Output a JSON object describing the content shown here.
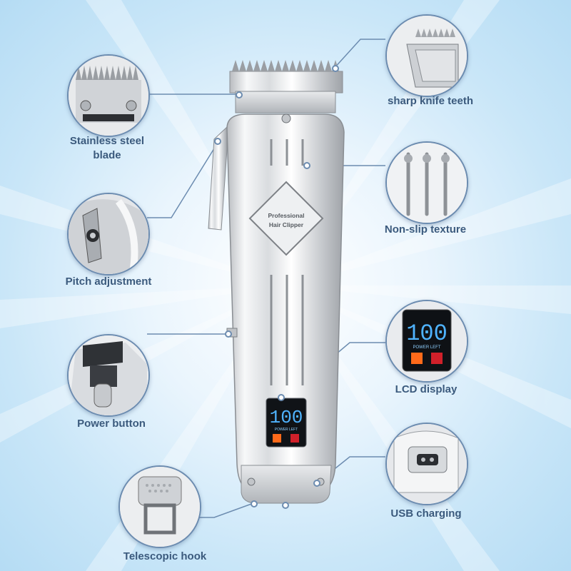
{
  "product": {
    "badge_line1": "Professional",
    "badge_line2": "Hair Clipper",
    "lcd_digits": "100",
    "lcd_caption": "POWER LEFT"
  },
  "callouts": {
    "stainless_blade": {
      "label": "Stainless steel blade",
      "icon": "blade-closeup"
    },
    "sharp_teeth": {
      "label": "sharp knife teeth",
      "icon": "teeth-closeup"
    },
    "pitch_adjustment": {
      "label": "Pitch adjustment",
      "icon": "lever-closeup"
    },
    "non_slip": {
      "label": "Non-slip texture",
      "icon": "grooves-closeup"
    },
    "power_button": {
      "label": "Power button",
      "icon": "button-closeup"
    },
    "lcd_display": {
      "label": "LCD display",
      "icon": "lcd-closeup",
      "digits": "100",
      "caption": "POWER LEFT"
    },
    "usb_charging": {
      "label": "USB charging",
      "icon": "usb-port-closeup"
    },
    "telescopic_hook": {
      "label": "Telescopic hook",
      "icon": "hook-closeup"
    }
  },
  "colors": {
    "accent": "#3b5a7d",
    "ring": "#6c8cb0",
    "background": "#c9e6f8",
    "lcd_digits": "#4fb3ff",
    "lcd_battery": "#ff6a1a",
    "lcd_plug": "#d0202a"
  }
}
